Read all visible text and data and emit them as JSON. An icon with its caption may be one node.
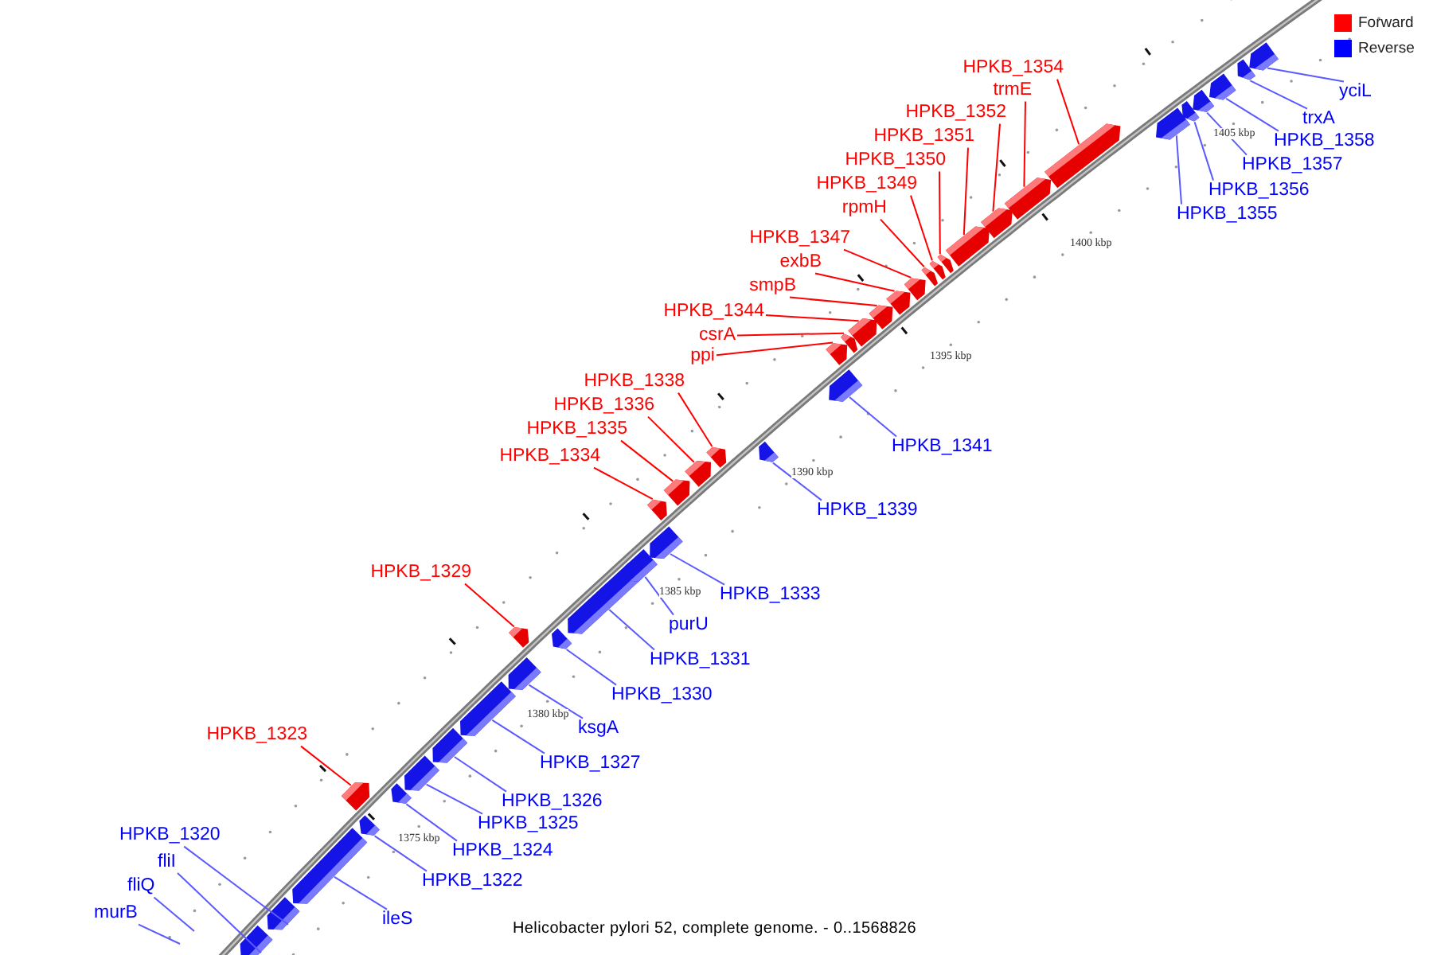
{
  "diagram": {
    "caption": "Helicobacter pylori 52, complete genome. - 0..1568826",
    "nodes": [
      {
        "text": [
          "murB"
        ]
      },
      {
        "text": [
          "fliQ"
        ]
      },
      {
        "text": [
          "fliI"
        ]
      },
      {
        "text": [],
        "shape": "box"
      },
      {
        "text": [
          "HPKB_1320"
        ]
      },
      {
        "text": [],
        "shape": "box"
      },
      {
        "text": [
          "ileS"
        ]
      },
      {
        "text": [],
        "shape": "box"
      },
      {
        "text": [
          "HPKB_1322"
        ]
      },
      {
        "text": [],
        "shape": "box"
      },
      {
        "text": [
          "HPKB_1323"
        ]
      },
      {
        "text": [],
        "shape": "box"
      },
      {
        "text": [
          "HPKB_1324"
        ]
      },
      {
        "text": [],
        "shape": "box"
      },
      {
        "text": [
          "HPKB_1325"
        ]
      },
      {
        "text": [],
        "shape": "box"
      },
      {
        "text": [
          "HPKB_1326"
        ]
      },
      {
        "text": [],
        "shape": "box"
      },
      {
        "text": [
          "HPKB_1327"
        ]
      },
      {
        "text": [],
        "shape": "box"
      },
      {
        "text": [
          "ksgA"
        ]
      },
      {
        "text": [],
        "shape": "box"
      },
      {
        "text": [
          "HPKB_1329"
        ]
      },
      {
        "text": [],
        "shape": "box"
      },
      {
        "text": [
          "HPKB_1330"
        ]
      },
      {
        "text": [],
        "shape": "box"
      },
      {
        "text": [
          "HPKB_1331"
        ]
      },
      {
        "text": [],
        "shape": "box"
      },
      {
        "text": [
          "purU"
        ]
      },
      {
        "text": [],
        "shape": "box"
      },
      {
        "text": [
          "HPKB_1333"
        ]
      },
      {
        "text": [],
        "shape": "box"
      },
      {
        "text": [
          "HPKB_1334"
        ]
      },
      {
        "text": [],
        "shape": "box"
      },
      {
        "text": [
          "HPKB_1335"
        ]
      },
      {
        "text": [],
        "shape": "box"
      },
      {
        "text": [
          "HPKB_1336"
        ]
      },
      {
        "text": [],
        "shape": "box"
      },
      {
        "text": [
          "HPKB_1338"
        ]
      },
      {
        "text": [],
        "shape": "box"
      },
      {
        "text": [
          "HPKB_1339"
        ]
      },
      {
        "text": [],
        "shape": "box"
      },
      {
        "text": [
          "HPKB_1341"
        ]
      },
      {
        "text": [],
        "shape": "box"
      },
      {
        "text": [
          "ppi"
        ]
      },
      {
        "text": [],
        "shape": "box"
      },
      {
        "text": [
          "csrA"
        ]
      },
      {
        "text": [],
        "shape": "box"
      },
      {
        "text": [
          "HPKB_1344"
        ]
      },
      {
        "text": [],
        "shape": "box"
      },
      {
        "text": [
          "smpB"
        ]
      },
      {
        "text": [],
        "shape": "box"
      },
      {
        "text": [
          "exbB"
        ]
      },
      {
        "text": [],
        "shape": "box"
      },
      {
        "text": [
          "HPKB_1347"
        ]
      },
      {
        "text": [],
        "shape": "box"
      },
      {
        "text": [
          "rpmH"
        ]
      },
      {
        "text": [],
        "shape": "box"
      },
      {
        "text": [
          "HPKB_1349"
        ]
      },
      {
        "text": [],
        "shape": "box"
      },
      {
        "text": [
          "HPKB_1350"
        ]
      },
      {
        "text": [],
        "shape": "box"
      },
      {
        "text": [
          "HPKB_1351"
        ]
      },
      {
        "text": [],
        "shape": "box"
      },
      {
        "text": [
          "HPKB_1352"
        ]
      },
      {
        "text": [],
        "shape": "box"
      },
      {
        "text": [
          "trmE"
        ]
      },
      {
        "text": [],
        "shape": "box"
      },
      {
        "text": [
          "HPKB_1354"
        ]
      },
      {
        "text": [],
        "shape": "box"
      },
      {
        "text": [
          "HPKB_1355"
        ]
      },
      {
        "text": [],
        "shape": "box"
      },
      {
        "text": [
          "HPKB_1356"
        ]
      },
      {
        "text": [],
        "shape": "box"
      },
      {
        "text": [
          "HPKB_1357"
        ]
      },
      {
        "text": [],
        "shape": "box"
      },
      {
        "text": [
          "HPKB_1358"
        ]
      },
      {
        "text": [],
        "shape": "box"
      },
      {
        "text": [
          "trxA"
        ]
      },
      {
        "text": [],
        "shape": "box"
      },
      {
        "text": [
          "yciL"
        ]
      },
      {
        "text": [],
        "shape": "box"
      }
    ],
    "edges": [
      {
        "from": 0,
        "to": null,
        "arrow": "none"
      },
      {
        "from": 1,
        "to": null,
        "arrow": "none"
      },
      {
        "from": 2,
        "to": 3,
        "arrow": "none"
      },
      {
        "from": 4,
        "to": 5,
        "arrow": "none"
      },
      {
        "from": 6,
        "to": 7,
        "arrow": "none"
      },
      {
        "from": 8,
        "to": 9,
        "arrow": "none"
      },
      {
        "from": 10,
        "to": 11,
        "arrow": "none",
        "color": "#ff0000"
      },
      {
        "from": 12,
        "to": 13,
        "arrow": "none"
      },
      {
        "from": 14,
        "to": 15,
        "arrow": "none"
      },
      {
        "from": 16,
        "to": 17,
        "arrow": "none"
      },
      {
        "from": 18,
        "to": 19,
        "arrow": "none"
      },
      {
        "from": 20,
        "to": 21,
        "arrow": "none"
      },
      {
        "from": 22,
        "to": 23,
        "arrow": "none",
        "color": "#ff0000"
      },
      {
        "from": 24,
        "to": 25,
        "arrow": "none"
      },
      {
        "from": 26,
        "to": 27,
        "arrow": "none"
      },
      {
        "from": 28,
        "to": 29,
        "arrow": "none"
      },
      {
        "from": 30,
        "to": 31,
        "arrow": "none"
      },
      {
        "from": 32,
        "to": 33,
        "arrow": "none",
        "color": "#ff0000"
      },
      {
        "from": 34,
        "to": 35,
        "arrow": "none",
        "color": "#ff0000"
      },
      {
        "from": 36,
        "to": 37,
        "arrow": "none",
        "color": "#ff0000"
      },
      {
        "from": 38,
        "to": 39,
        "arrow": "none",
        "color": "#ff0000"
      },
      {
        "from": 40,
        "to": 41,
        "arrow": "none"
      },
      {
        "from": 42,
        "to": 43,
        "arrow": "none"
      },
      {
        "from": 44,
        "to": 45,
        "arrow": "none",
        "color": "#ff0000"
      },
      {
        "from": 46,
        "to": 47,
        "arrow": "none",
        "color": "#ff0000"
      },
      {
        "from": 48,
        "to": 49,
        "arrow": "none",
        "color": "#ff0000"
      },
      {
        "from": 50,
        "to": 51,
        "arrow": "none",
        "color": "#ff0000"
      },
      {
        "from": 52,
        "to": 53,
        "arrow": "none",
        "color": "#ff0000"
      },
      {
        "from": 54,
        "to": 55,
        "arrow": "none",
        "color": "#ff0000"
      },
      {
        "from": 56,
        "to": 57,
        "arrow": "none",
        "color": "#ff0000"
      },
      {
        "from": 58,
        "to": 59,
        "arrow": "none",
        "color": "#ff0000"
      },
      {
        "from": 60,
        "to": 61,
        "arrow": "none",
        "color": "#ff0000"
      },
      {
        "from": 62,
        "to": 63,
        "arrow": "none",
        "color": "#ff0000"
      },
      {
        "from": 64,
        "to": 65,
        "arrow": "none",
        "color": "#ff0000"
      },
      {
        "from": 66,
        "to": 67,
        "arrow": "none",
        "color": "#ff0000"
      },
      {
        "from": 68,
        "to": 69,
        "arrow": "none",
        "color": "#ff0000"
      },
      {
        "from": 70,
        "to": 71,
        "arrow": "none"
      },
      {
        "from": 72,
        "to": 73,
        "arrow": "none"
      },
      {
        "from": 74,
        "to": 75,
        "arrow": "none"
      },
      {
        "from": 76,
        "to": 77,
        "arrow": "none"
      },
      {
        "from": 78,
        "to": 79,
        "arrow": "none"
      },
      {
        "from": 80,
        "to": 81,
        "arrow": "none"
      }
    ],
    "labels": [
      "1375 kbp",
      "1380 kbp",
      "1385 kbp",
      "1390 kbp",
      "1395 kbp",
      "1400 kbp",
      "1405 kbp"
    ],
    "legend": [
      {
        "text": "Forward",
        "color": "#ff0000"
      },
      {
        "text": "Reverse",
        "color": "#0000ff"
      }
    ]
  }
}
